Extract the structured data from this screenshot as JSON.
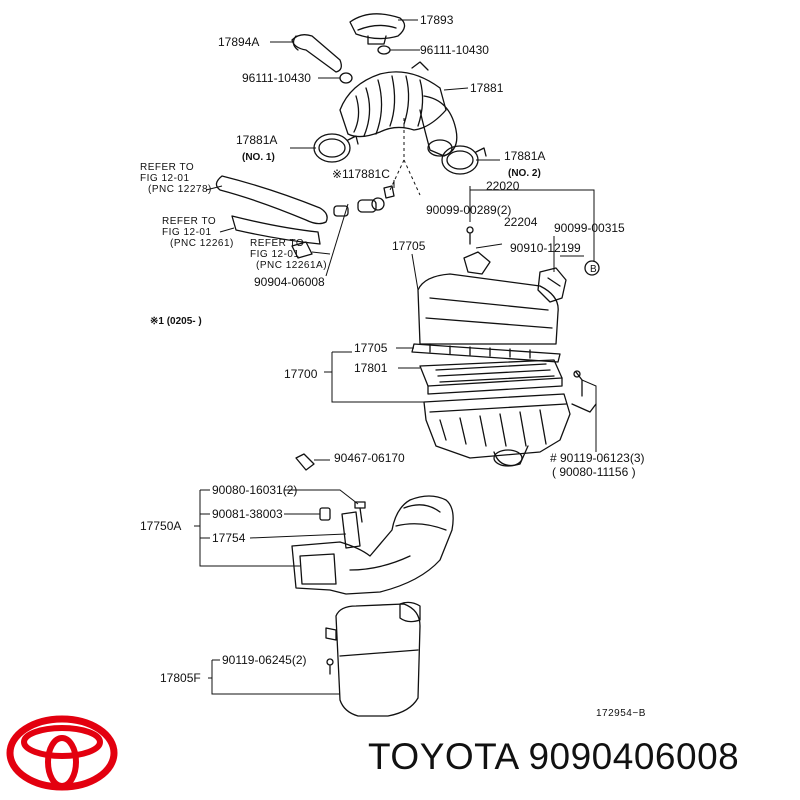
{
  "brand_caption": "TOYOTA 9090406008",
  "diagram_code": "172954−B",
  "brand_color": "#e3000f",
  "logo_icon": "toyota-logo-icon",
  "callouts": {
    "p17893": "17893",
    "p17894A": "17894A",
    "p96111_top": "96111-10430",
    "p96111_left": "96111-10430",
    "p17881": "17881",
    "p17881A_1": "17881A",
    "no1": "(NO. 1)",
    "p17881A_2": "17881A",
    "no2": "(NO. 2)",
    "p17881C": "※117881C",
    "p22020": "22020",
    "p90099_289": "90099-00289(2)",
    "p22204": "22204",
    "p90099_315": "90099-00315",
    "p90910": "90910-12199",
    "p17705_top": "17705",
    "p90904": "90904-06008",
    "note1": "※1 (0205-        )",
    "p17705": "17705",
    "p17700": "17700",
    "p17801": "17801",
    "p90119_6123": "# 90119-06123(3)",
    "p90080_11156": "( 90080-11156 )",
    "p90467": "90467-06170",
    "p90080_16031": "90080-16031(2)",
    "p90081": "90081-38003",
    "p17750A": "17750A",
    "p17754": "17754",
    "p90119_6245": "90119-06245(2)",
    "p17805F": "17805F",
    "b_mark": "B"
  },
  "refers": [
    {
      "l1": "REFER TO",
      "l2": "FIG  12-01",
      "l3": "(PNC 12278)"
    },
    {
      "l1": "REFER TO",
      "l2": "FIG  12-01",
      "l3": "(PNC 12261)"
    },
    {
      "l1": "REFER TO",
      "l2": "FIG  12-01",
      "l3": "(PNC 12261A)"
    }
  ]
}
